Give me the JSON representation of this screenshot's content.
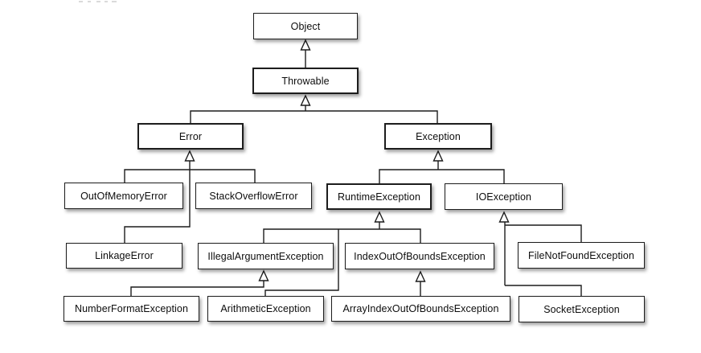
{
  "diagram": {
    "type": "uml-class-inheritance-tree",
    "subject": "Java Throwable / Exception class hierarchy",
    "colors": {
      "background": "#ffffff",
      "box_fill": "#ffffff",
      "border": "#1d1d1d",
      "text": "#0d0d0d",
      "connector": "#1c1c1c"
    },
    "arrow_style": "hollow-triangle-up (UML generalization)",
    "nodes": [
      {
        "id": "object",
        "label": "Object",
        "bold_border": false,
        "parent": null
      },
      {
        "id": "throwable",
        "label": "Throwable",
        "bold_border": true,
        "parent": "object"
      },
      {
        "id": "error",
        "label": "Error",
        "bold_border": true,
        "parent": "throwable"
      },
      {
        "id": "exception",
        "label": "Exception",
        "bold_border": true,
        "parent": "throwable"
      },
      {
        "id": "out-of-memory-error",
        "label": "OutOfMemoryError",
        "bold_border": false,
        "parent": "error"
      },
      {
        "id": "stack-overflow-error",
        "label": "StackOverflowError",
        "bold_border": false,
        "parent": "error"
      },
      {
        "id": "runtime-exception",
        "label": "RuntimeException",
        "bold_border": true,
        "parent": "exception"
      },
      {
        "id": "io-exception",
        "label": "IOException",
        "bold_border": false,
        "parent": "exception"
      },
      {
        "id": "linkage-error",
        "label": "LinkageError",
        "bold_border": false,
        "parent": "error"
      },
      {
        "id": "illegal-argument-exception",
        "label": "IllegalArgumentException",
        "bold_border": false,
        "parent": "runtime-exception"
      },
      {
        "id": "index-out-of-bounds-exception",
        "label": "IndexOutOfBoundsException",
        "bold_border": false,
        "parent": "runtime-exception"
      },
      {
        "id": "file-not-found-exception",
        "label": "FileNotFoundException",
        "bold_border": false,
        "parent": "io-exception"
      },
      {
        "id": "number-format-exception",
        "label": "NumberFormatException",
        "bold_border": false,
        "parent": "illegal-argument-exception"
      },
      {
        "id": "arithmetic-exception",
        "label": "ArithmeticException",
        "bold_border": false,
        "parent": "runtime-exception"
      },
      {
        "id": "array-index-out-of-bounds-exception",
        "label": "ArrayIndexOutOfBoundsException",
        "bold_border": false,
        "parent": "index-out-of-bounds-exception"
      },
      {
        "id": "socket-exception",
        "label": "SocketException",
        "bold_border": false,
        "parent": "io-exception"
      }
    ]
  }
}
